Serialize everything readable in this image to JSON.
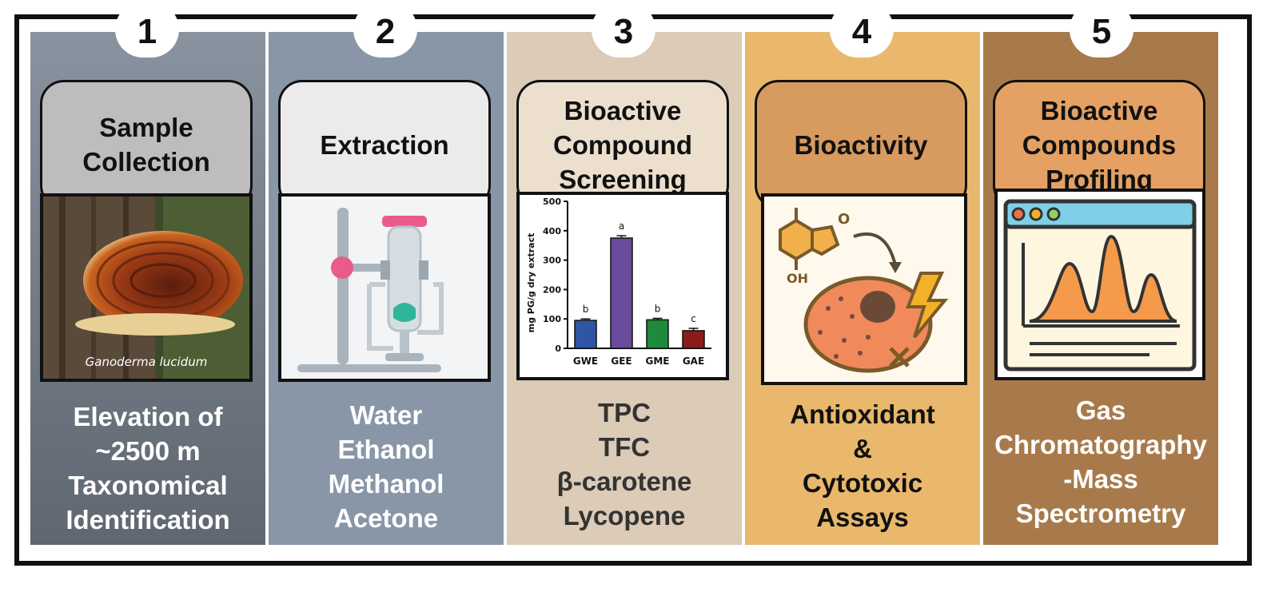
{
  "steps": [
    {
      "number": "1",
      "title": "Sample\nCollection",
      "caption": "Ganoderma lucidum",
      "details": "Elevation of\n~2500 m\nTaxonomical\nIdentification"
    },
    {
      "number": "2",
      "title": "Extraction",
      "details": "Water\nEthanol\nMethanol\nAcetone"
    },
    {
      "number": "3",
      "title": "Bioactive\nCompound\nScreening",
      "details": "TPC\nTFC\nβ-carotene\nLycopene"
    },
    {
      "number": "4",
      "title": "Bioactivity",
      "chem_labels": {
        "oxygen": "O",
        "hydroxyl": "OH"
      },
      "details": "Antioxidant\n&\nCytotoxic\nAssays"
    },
    {
      "number": "5",
      "title": "Bioactive\nCompounds\nProfiling",
      "details": "Gas\nChromatography\n-Mass\nSpectrometry"
    }
  ],
  "chart_data": {
    "type": "bar",
    "categories": [
      "GWE",
      "GEE",
      "GME",
      "GAE"
    ],
    "values": [
      95,
      375,
      97,
      60
    ],
    "errors": [
      5,
      8,
      5,
      8
    ],
    "significance": [
      "b",
      "a",
      "b",
      "c"
    ],
    "colors": [
      "#2f55a4",
      "#6a4b9c",
      "#1e8a3c",
      "#8a1b1b"
    ],
    "ylabel": "mg PG/g dry extract",
    "ylim": [
      0,
      500
    ],
    "yticks": [
      0,
      100,
      200,
      300,
      400,
      500
    ]
  }
}
